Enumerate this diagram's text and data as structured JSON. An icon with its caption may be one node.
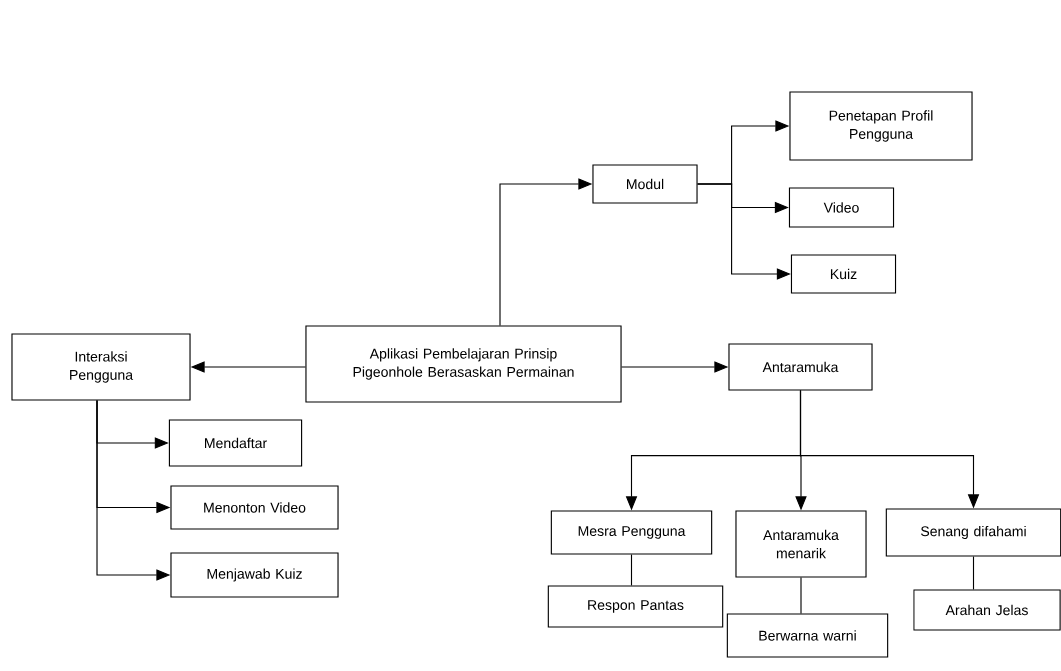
{
  "diagram": {
    "nodes": [
      {
        "text": [
          "Aplikasi Pembelajaran Prinsip Pigeonhole Berasaskan Permainan"
        ]
      },
      {
        "text": [
          "Interaksi Pengguna"
        ]
      },
      {
        "text": [
          "Modul"
        ]
      },
      {
        "text": [
          "Penetapan Profil Pengguna"
        ]
      },
      {
        "text": [
          "Video"
        ]
      },
      {
        "text": [
          "Kuiz"
        ]
      },
      {
        "text": [
          "Antaramuka"
        ]
      },
      {
        "text": [
          "Mendaftar"
        ]
      },
      {
        "text": [
          "Menonton Video"
        ]
      },
      {
        "text": [
          "Menjawab Kuiz"
        ]
      },
      {
        "text": [
          "Mesra Pengguna"
        ]
      },
      {
        "text": [
          "Antaramuka menarik"
        ]
      },
      {
        "text": [
          "Senang difahami"
        ]
      },
      {
        "text": [
          "Respon Pantas"
        ]
      },
      {
        "text": [
          "Berwarna warni"
        ]
      },
      {
        "text": [
          "Arahan Jelas"
        ]
      }
    ],
    "edges": [
      {
        "from": 0,
        "to": 1,
        "arrow": "to"
      },
      {
        "from": 0,
        "to": 2,
        "arrow": "to"
      },
      {
        "from": 0,
        "to": 6,
        "arrow": "to"
      },
      {
        "from": 2,
        "to": 3,
        "arrow": "to"
      },
      {
        "from": 2,
        "to": 4,
        "arrow": "to"
      },
      {
        "from": 2,
        "to": 5,
        "arrow": "to"
      },
      {
        "from": 1,
        "to": 7,
        "arrow": "to"
      },
      {
        "from": 1,
        "to": 8,
        "arrow": "to"
      },
      {
        "from": 1,
        "to": 9,
        "arrow": "to"
      },
      {
        "from": 6,
        "to": 10,
        "arrow": "to"
      },
      {
        "from": 6,
        "to": 11,
        "arrow": "to"
      },
      {
        "from": 6,
        "to": 12,
        "arrow": "to"
      },
      {
        "from": 10,
        "to": 13,
        "arrow": "none"
      },
      {
        "from": 11,
        "to": 14,
        "arrow": "none"
      },
      {
        "from": 12,
        "to": 15,
        "arrow": "none"
      }
    ]
  }
}
